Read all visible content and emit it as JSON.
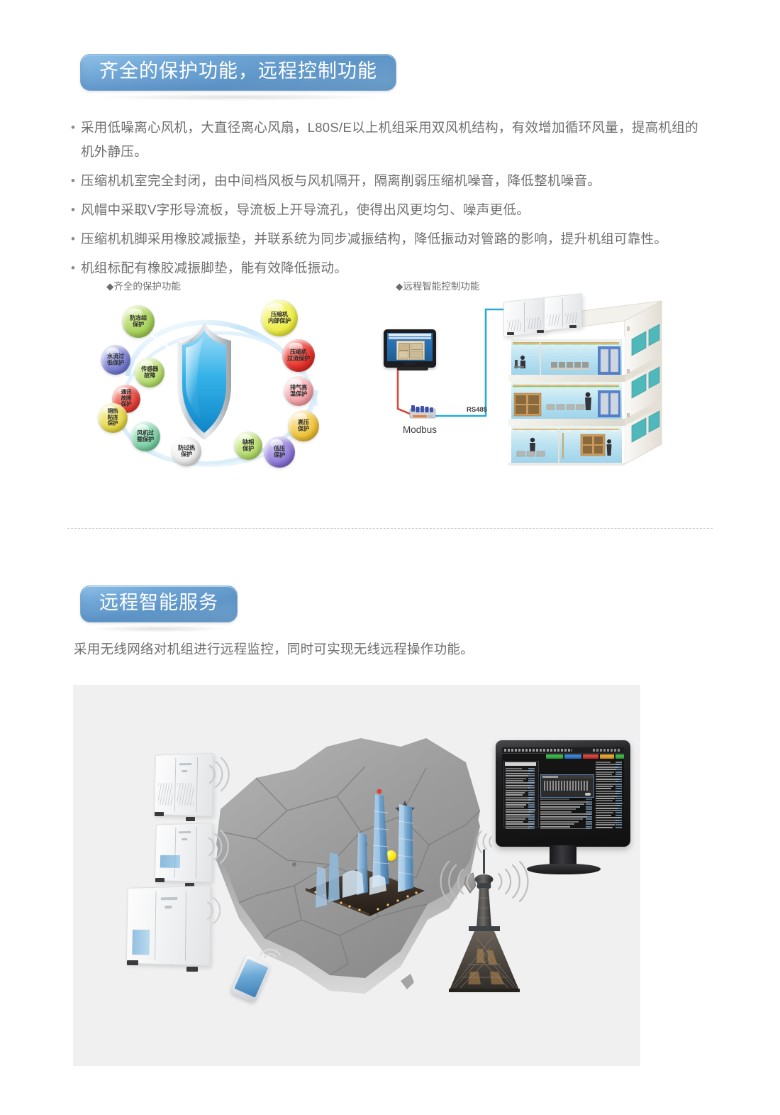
{
  "sections": [
    {
      "id": "protection",
      "title": "齐全的保护功能，远程控制功能",
      "bullets": [
        "采用低噪离心风机，大直径离心风扇，L80S/E以上机组采用双风机结构，有效增加循环风量，提高机组的机外静压。",
        "压缩机机室完全封闭，由中间档风板与风机隔开，隔离削弱压缩机噪音，降低整机噪音。",
        "风帽中采取V字形导流板，导流板上开导流孔，使得出风更均匀、噪声更低。",
        "压缩机机脚采用橡胶减振垫，并联系统为同步减振结构，降低振动对管路的影响，提升机组可靠性。",
        "机组标配有橡胶减振脚垫，能有效降低振动。"
      ],
      "bullet_marker": "•",
      "figures": {
        "left": {
          "caption": "◆齐全的保护功能",
          "bubbles": [
            {
              "label": "防冻结\n保护",
              "color": "#a8d25c"
            },
            {
              "label": "水流过\n低保护",
              "color": "#7b7fd4"
            },
            {
              "label": "传感器\n故障",
              "color": "#b7dd70"
            },
            {
              "label": "通讯\n故障\n保护",
              "color": "#e8433a"
            },
            {
              "label": "铜热\n粘连\n保护",
              "color": "#e8d94a"
            },
            {
              "label": "风机过\n载保护",
              "color": "#7fd2a8"
            },
            {
              "label": "防过热\n保护",
              "color": "#e9e9e9"
            },
            {
              "label": "缺相\n保护",
              "color": "#b7dd70"
            },
            {
              "label": "低压\n保护",
              "color": "#8f7bd8"
            },
            {
              "label": "高压\n保护",
              "color": "#f0c43c"
            },
            {
              "label": "排气高\n温保护",
              "color": "#f5a6ab"
            },
            {
              "label": "压缩机\n过流保护",
              "color": "#e8322b"
            },
            {
              "label": "压缩机\n内部保护",
              "color": "#eeee4a"
            }
          ],
          "shield_color": "#29a8e0"
        },
        "right": {
          "caption": "◆远程智能控制功能",
          "labels": {
            "protocol": "RS485",
            "gateway": "Modbus"
          },
          "building_floors": 3,
          "wire_colors": {
            "power": "#d7483f",
            "data": "#28a9d8"
          }
        }
      }
    },
    {
      "id": "remote-service",
      "title": "远程智能服务",
      "paragraph": "采用无线网络对机组进行远程监控，同时可实现无线远程操作功能。",
      "hero": {
        "background_color": "#f0f0f0",
        "elements": [
          "china-map",
          "hvac-units",
          "city-skyline",
          "broadcast-tower",
          "smartphone",
          "monitoring-software-display",
          "wireless-signal-arcs",
          "location-marker"
        ],
        "marker_color": "#ffe000"
      }
    }
  ],
  "theme": {
    "pill_gradient_top": "#8fc0e8",
    "pill_gradient_bottom": "#5f96c8",
    "pill_glow": "#67b8e8",
    "text_color": "#6e6e6e",
    "divider_color": "#c9c9c9",
    "page_background": "#ffffff"
  }
}
